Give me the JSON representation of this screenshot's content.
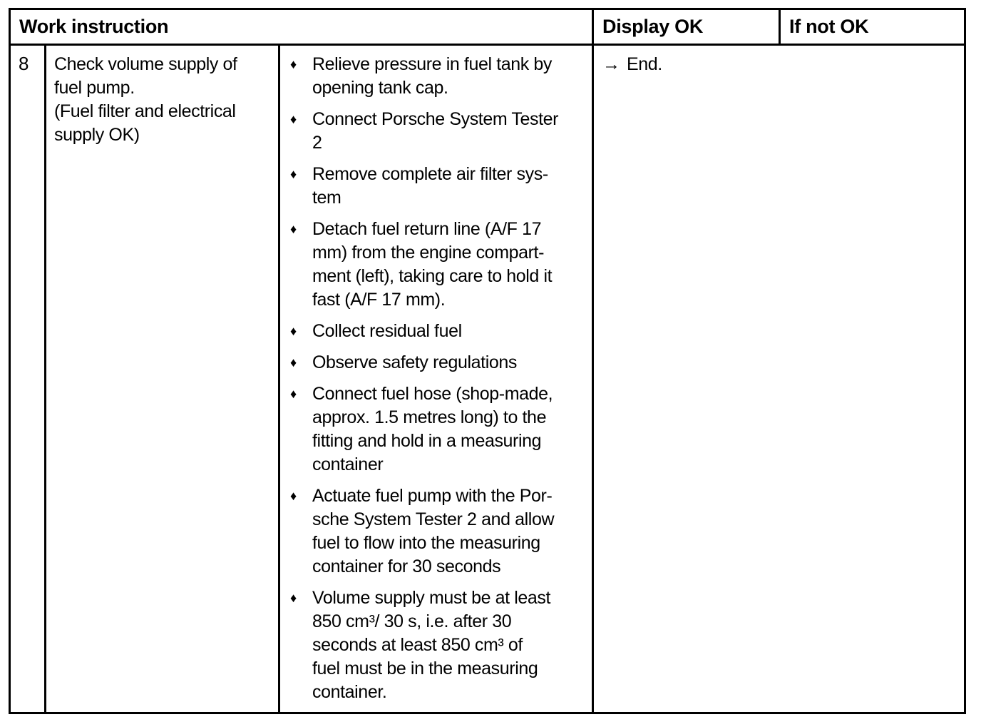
{
  "table": {
    "header": {
      "work_instruction": "Work instruction",
      "display_ok": "Display OK",
      "if_not_ok": "If not OK"
    },
    "row": {
      "number": "8",
      "task": "Check volume supply of\nfuel pump.\n(Fuel filter and electrical\nsupply OK)",
      "instructions": [
        "Relieve pressure in fuel tank by\nopening tank cap.",
        "Connect Porsche System Tester\n2",
        "Remove complete air filter sys-\ntem",
        "Detach fuel return line (A/F 17\nmm) from the engine compart-\nment (left), taking care to hold it\nfast (A/F 17 mm).",
        "Collect residual fuel",
        "Observe safety regulations",
        "Connect fuel hose (shop-made,\napprox. 1.5 metres long) to the\nfitting and hold in a measuring\ncontainer",
        "Actuate fuel pump with the Por-\nsche System Tester 2 and allow\nfuel to flow into the measuring\ncontainer for 30 seconds",
        "Volume supply must be at least\n850 cm³/ 30 s, i.e. after 30\nseconds at least 850 cm³ of\nfuel must be in the measuring\ncontainer."
      ],
      "display_ok": "End.",
      "if_not_ok": ""
    },
    "icons": {
      "bullet": "♦",
      "arrow": "→"
    },
    "colors": {
      "border": "#000000",
      "text": "#000000",
      "background": "#ffffff"
    }
  }
}
